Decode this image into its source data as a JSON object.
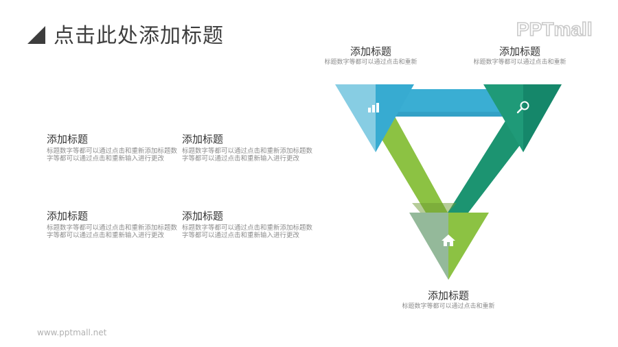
{
  "header": {
    "title": "点击此处添加标题",
    "brand_logo_text": "PPTmall"
  },
  "footer": {
    "url": "www.pptmall.net"
  },
  "text_blocks": [
    {
      "title": "添加标题",
      "text": "标题数字等都可以通过点击和重新添加标题数字等都可以通过点击和重新输入进行更改"
    },
    {
      "title": "添加标题",
      "text": "标题数字等都可以通过点击和重新添加标题数字等都可以通过点击和重新输入进行更改"
    },
    {
      "title": "添加标题",
      "text": "标题数字等都可以通过点击和重新添加标题数字等都可以通过点击和重新输入进行更改"
    },
    {
      "title": "添加标题",
      "text": "标题数字等都可以通过点击和重新添加标题数字等都可以通过点击和重新输入进行更改"
    }
  ],
  "diagram": {
    "labels": [
      {
        "title": "添加标题",
        "text": "标题数字等都可以通过点击和重新"
      },
      {
        "title": "添加标题",
        "text": "标题数字等都可以通过点击和重新"
      },
      {
        "title": "添加标题",
        "text": "标题数字等都可以通过点击和重新"
      }
    ],
    "icons": [
      "bar-chart-icon",
      "search-icon",
      "home-icon"
    ],
    "colors": {
      "left_light": "#87cde3",
      "left_dark": "#37abd1",
      "top_band": "#3aaed3",
      "right_light": "#1f9a78",
      "right_dark": "#15876a",
      "left_band": "#8cc243",
      "right_band": "#1c9471",
      "bottom_light": "#94b99a",
      "bottom_dark": "#8cc243"
    }
  }
}
